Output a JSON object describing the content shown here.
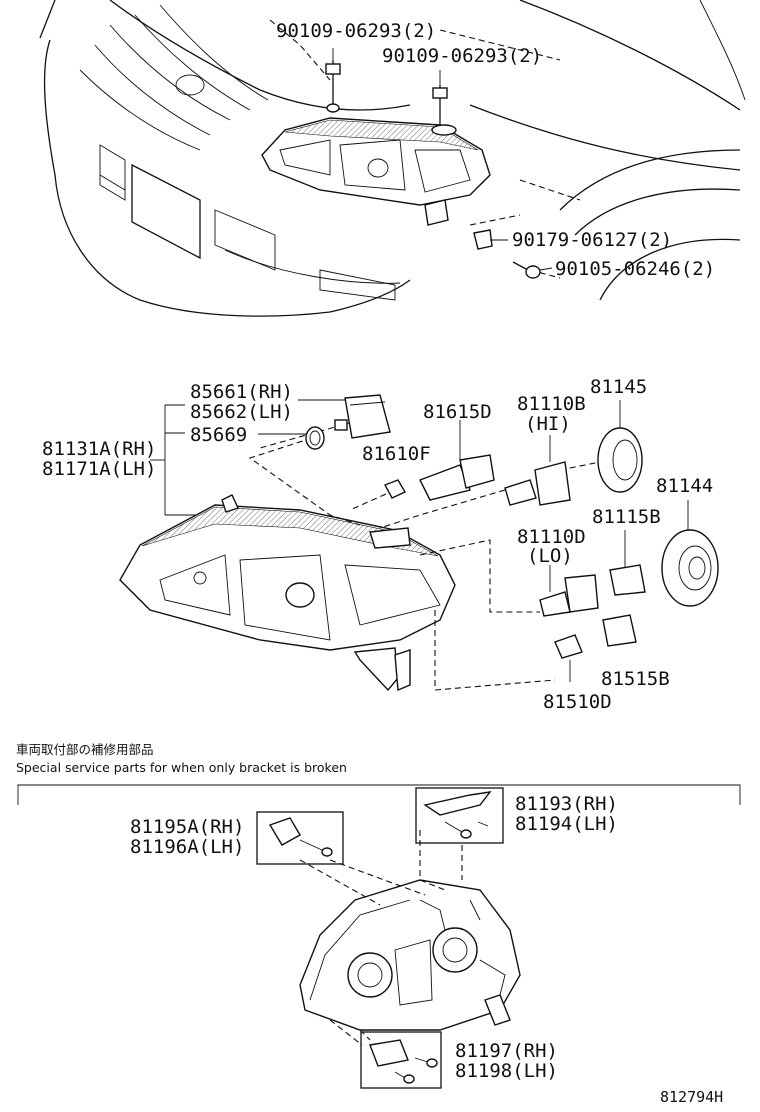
{
  "top_assembly": {
    "bolt_a": "90109-06293(2)",
    "bolt_b": "90109-06293(2)",
    "nut_clip": "90179-06127(2)",
    "bolt_c": "90105-06246(2)"
  },
  "headlamp_parts": {
    "unit_rh": "81131A(RH)",
    "unit_lh": "81171A(LH)",
    "socket_rh": "85661(RH)",
    "socket_lh": "85662(LH)",
    "oring": "85669",
    "socket_81615d": "81615D",
    "bulb_81610f": "81610F",
    "bulb_hi": "81110B",
    "bulb_hi_note": "(HI)",
    "cover_81145": "81145",
    "cover_81144": "81144",
    "bulb_lo": "81110D",
    "bulb_lo_note": "(LO)",
    "socket_81115b": "81115B",
    "socket_81515b": "81515B",
    "bulb_81510d": "81510D"
  },
  "service_parts": {
    "title_jp": "車両取付部の補修用部品",
    "title_en": "Special service parts for when only bracket is broken",
    "bracket_a_rh": "81195A(RH)",
    "bracket_a_lh": "81196A(LH)",
    "bracket_b_rh": "81193(RH)",
    "bracket_b_lh": "81194(LH)",
    "bracket_c_rh": "81197(RH)",
    "bracket_c_lh": "81198(LH)"
  },
  "diagram_code": "812794H"
}
